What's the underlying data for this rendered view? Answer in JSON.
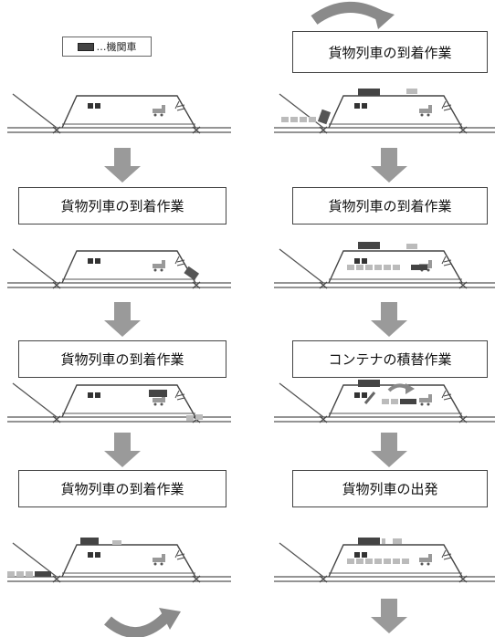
{
  "legend": {
    "text": "…機関車"
  },
  "left_column": {
    "labels": [
      "貨物列車の到着作業",
      "貨物列車の到着作業",
      "貨物列車の到着作業"
    ]
  },
  "right_column": {
    "labels": [
      "貨物列車の到着作業",
      "貨物列車の到着作業",
      "コンテナの積替作業",
      "貨物列車の出発"
    ]
  }
}
